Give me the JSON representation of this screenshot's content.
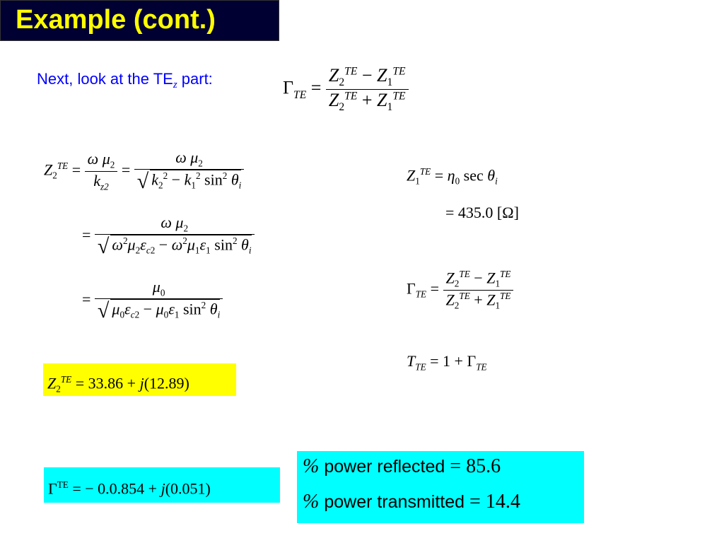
{
  "title": "Example (cont.)",
  "intro": {
    "lead": "Next, look at the TE",
    "sub": "z",
    "tail": " part:"
  },
  "power": {
    "reflected_label": "power reflected",
    "reflected_value": "85.6",
    "transmitted_label": "power transmitted",
    "transmitted_value": "14.4"
  },
  "results": {
    "z2_real": "33.86",
    "z2_imag": "12.89",
    "z1_value": "435.0",
    "z1_unit": "[Ω]",
    "gamma_real": "0.0.854",
    "gamma_imag": "0.051"
  },
  "colors": {
    "title_bg": "#000033",
    "title_text": "#ffff00",
    "intro_text": "#0000ff",
    "highlight_yellow": "#ffff00",
    "highlight_cyan": "#00ffff"
  }
}
